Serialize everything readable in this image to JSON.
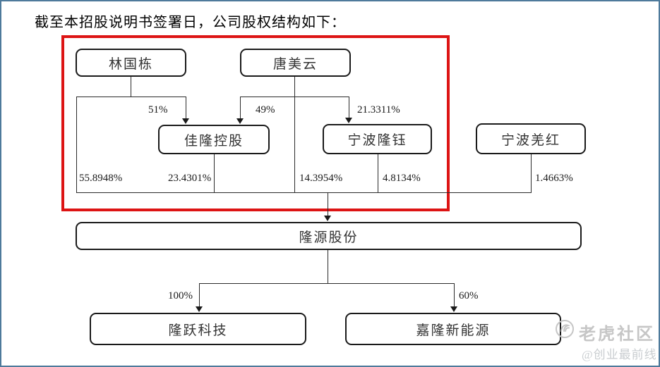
{
  "page": {
    "title": "截至本招股说明书签署日，公司股权结构如下：",
    "frame_border_color": "#4e7a9b",
    "highlight_box_color": "#dd1414",
    "line_color": "#2a2a2a"
  },
  "diagram": {
    "type": "equity-structure-flowchart",
    "nodes": [
      {
        "id": "lin_guodong",
        "label": "林国栋"
      },
      {
        "id": "tang_meiyun",
        "label": "唐美云"
      },
      {
        "id": "jialong_holdings",
        "label": "佳隆控股"
      },
      {
        "id": "ningbo_longyu",
        "label": "宁波隆钰"
      },
      {
        "id": "ningbo_qianghong",
        "label": "宁波羌红"
      },
      {
        "id": "longyuan_shares",
        "label": "隆源股份"
      },
      {
        "id": "longyue_tech",
        "label": "隆跃科技"
      },
      {
        "id": "jialong_new_energy",
        "label": "嘉隆新能源"
      }
    ],
    "edges": [
      {
        "from": "lin_guodong",
        "to": "jialong_holdings",
        "label": "51%"
      },
      {
        "from": "tang_meiyun",
        "to": "jialong_holdings",
        "label": "49%"
      },
      {
        "from": "tang_meiyun",
        "to": "ningbo_longyu",
        "label": "21.3311%"
      },
      {
        "from": "lin_guodong",
        "to": "longyuan_shares",
        "label": "55.8948%"
      },
      {
        "from": "jialong_holdings",
        "to": "longyuan_shares",
        "label": "23.4301%"
      },
      {
        "from": "tang_meiyun",
        "to": "longyuan_shares",
        "label": "14.3954%"
      },
      {
        "from": "ningbo_longyu",
        "to": "longyuan_shares",
        "label": "4.8134%"
      },
      {
        "from": "ningbo_qianghong",
        "to": "longyuan_shares",
        "label": "1.4663%"
      },
      {
        "from": "longyuan_shares",
        "to": "longyue_tech",
        "label": "100%"
      },
      {
        "from": "longyuan_shares",
        "to": "jialong_new_energy",
        "label": "60%"
      }
    ]
  },
  "watermark": {
    "brand": "老虎社区",
    "handle": "@创业最前线"
  }
}
